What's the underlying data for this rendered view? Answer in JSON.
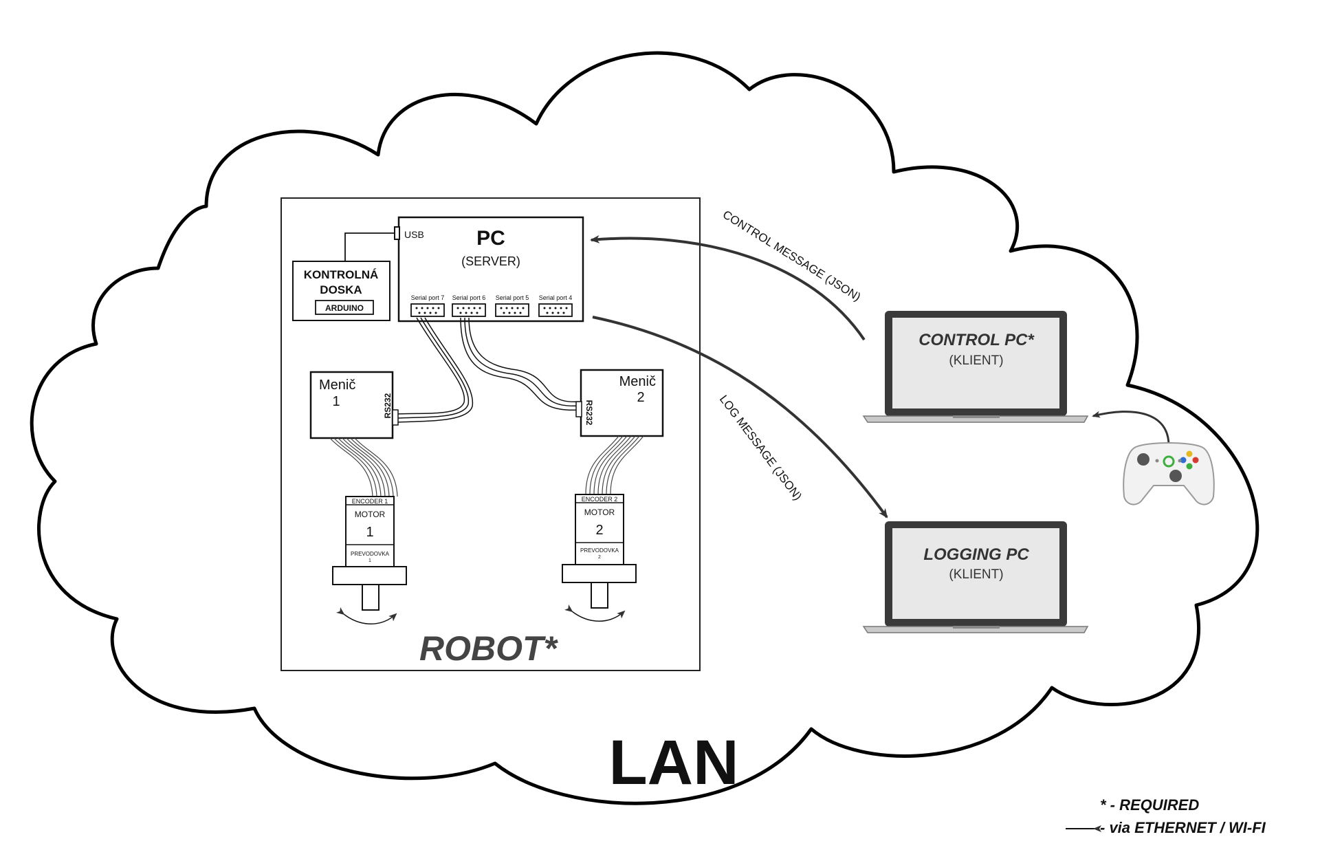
{
  "network_label": "LAN",
  "robot": {
    "title": "ROBOT*",
    "pc": {
      "title": "PC",
      "subtitle": "(SERVER)",
      "usb_label": "USB",
      "ports": [
        "Serial port 7",
        "Serial port 6",
        "Serial port 5",
        "Serial port 4"
      ]
    },
    "control_board": {
      "line1": "KONTROLNÁ",
      "line2": "DOSKA",
      "chip": "ARDUINO"
    },
    "drives": [
      {
        "label": "Menič",
        "number": "1",
        "port": "RS232"
      },
      {
        "label": "Menič",
        "number": "2",
        "port": "RS232"
      }
    ],
    "motors": [
      {
        "encoder": "ENCODER 1",
        "label": "MOTOR",
        "number": "1",
        "gearbox": "PREVODOVKA",
        "gearbox_number": "1"
      },
      {
        "encoder": "ENCODER 2",
        "label": "MOTOR",
        "number": "2",
        "gearbox": "PREVODOVKA",
        "gearbox_number": "2"
      }
    ]
  },
  "clients": {
    "control": {
      "title": "CONTROL PC*",
      "subtitle": "(KLIENT)"
    },
    "logging": {
      "title": "LOGGING PC",
      "subtitle": "(KLIENT)"
    }
  },
  "messages": {
    "control": "CONTROL MESSAGE (JSON)",
    "log": "LOG MESSAGE (JSON)"
  },
  "legend": {
    "required": "* - REQUIRED",
    "connection": "- via ETHERNET / WI-FI"
  },
  "colors": {
    "line": "#1a1a1a",
    "arrow": "#333333",
    "screen": "#e8e8e8",
    "laptop_body": "#3a3a3a",
    "gamepad_body": "#f2f2f2",
    "btn_green": "#3cae3c",
    "btn_red": "#d63b2e",
    "btn_blue": "#2f6fd1",
    "btn_yellow": "#e6b820"
  }
}
